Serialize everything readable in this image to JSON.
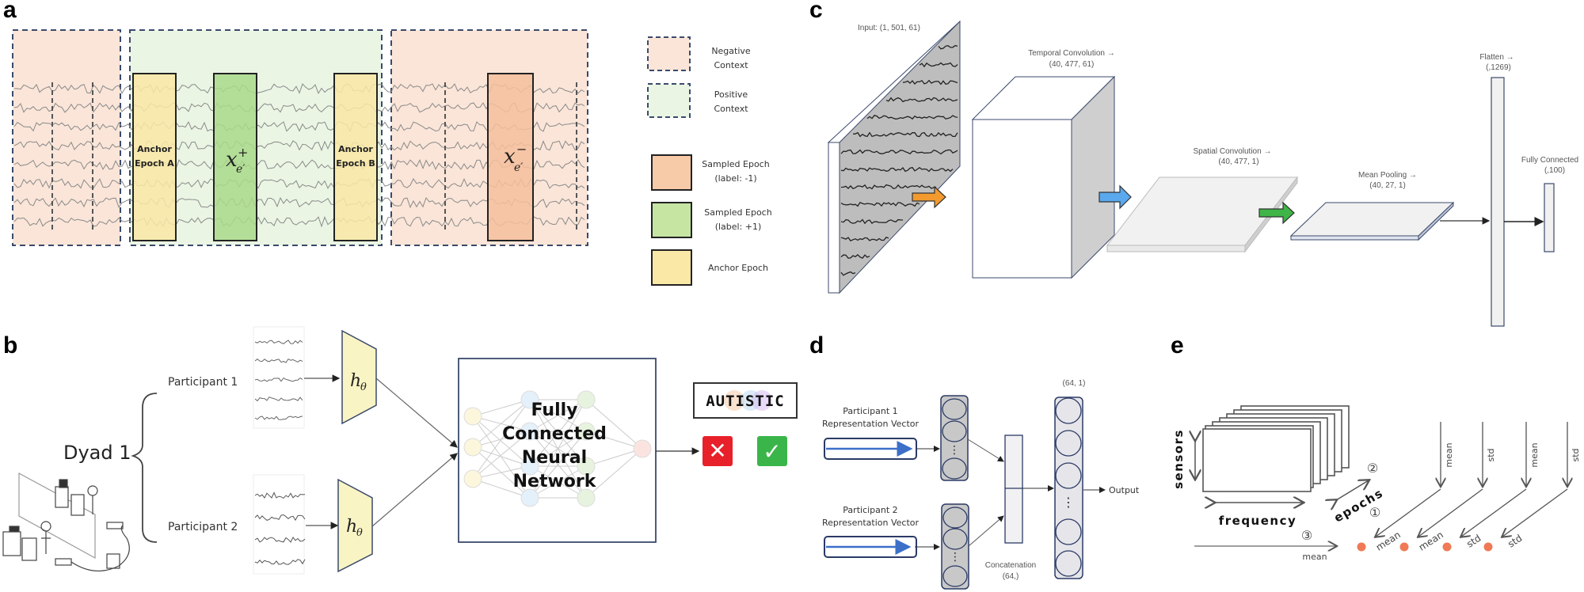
{
  "panels": {
    "a": {
      "label": "a",
      "epochs": {
        "anchor_a": [
          "Anchor",
          "Epoch A"
        ],
        "anchor_b": [
          "Anchor",
          "Epoch B"
        ],
        "positive_symbol": "x",
        "positive_sub": "e′",
        "positive_sup": "+",
        "negative_symbol": "x",
        "negative_sub": "e′",
        "negative_sup": "−"
      },
      "legend": [
        {
          "lines": [
            "Negative",
            "Context"
          ],
          "fill": "#fae5d8",
          "style": "dashed"
        },
        {
          "lines": [
            "Positive",
            "Context"
          ],
          "fill": "#eaf5e4",
          "style": "dashed"
        },
        {
          "lines": [
            "Sampled Epoch",
            "(label: -1)"
          ],
          "fill": "#f7caa8",
          "style": "solid"
        },
        {
          "lines": [
            "Sampled Epoch",
            "(label: +1)"
          ],
          "fill": "#c6e5a3",
          "style": "solid"
        },
        {
          "lines": [
            "Anchor Epoch"
          ],
          "fill": "#fae8a6",
          "style": "solid"
        }
      ],
      "colors": {
        "negative_context": "#fae5d8",
        "positive_context": "#eaf5e4",
        "anchor": "#fae8a6",
        "positive_epoch": "#a9d98a",
        "negative_epoch": "#f4bf9c",
        "dash": "#3b4a6b"
      }
    },
    "b": {
      "label": "b",
      "dyad": "Dyad 1",
      "participant_1": "Participant 1",
      "participant_2": "Participant 2",
      "encoder_symbol": "h",
      "encoder_sub": "θ",
      "network_title": [
        "Fully",
        "Connected",
        "Neural",
        "Network"
      ],
      "output_label": "AUTISTIC",
      "reject_icon": "✕",
      "accept_icon": "✓",
      "colors": {
        "encoder": "#f9f4c4",
        "reject": "#e8202a",
        "accept": "#3ab54a"
      }
    },
    "c": {
      "label": "c",
      "layers": [
        {
          "name": "Input: (1, 501, 61)"
        },
        {
          "name": "Temporal Convolution →",
          "shape": "(40, 477, 61)"
        },
        {
          "name": "Spatial Convolution →",
          "shape": "(40, 477, 1)"
        },
        {
          "name": "Mean Pooling →",
          "shape": "(40, 27, 1)"
        },
        {
          "name": "Flatten →",
          "shape": "(,1269)"
        },
        {
          "name": "Fully Connected",
          "shape": "(,100)"
        }
      ],
      "arrow_colors": [
        "#f39a2e",
        "#5aa9ee",
        "#3fb548"
      ]
    },
    "d": {
      "label": "d",
      "participant_1": [
        "Participant 1",
        "Representation Vector"
      ],
      "participant_2": [
        "Participant 2",
        "Representation Vector"
      ],
      "concat": [
        "Concatenation",
        "(64,)"
      ],
      "dense_shape": "(64, 1)",
      "output": "Output"
    },
    "e": {
      "label": "e",
      "axis_sensors": "sensors",
      "axis_frequency": "frequency",
      "axis_epochs": "epochs",
      "step_1": "①",
      "step_2": "②",
      "step_3": "③",
      "vertical_ops": [
        "mean",
        "std",
        "mean",
        "std"
      ],
      "diagonal_ops": [
        "mean",
        "mean",
        "std",
        "std"
      ],
      "horizontal_op": "mean",
      "dot_color": "#ef7a55"
    }
  }
}
